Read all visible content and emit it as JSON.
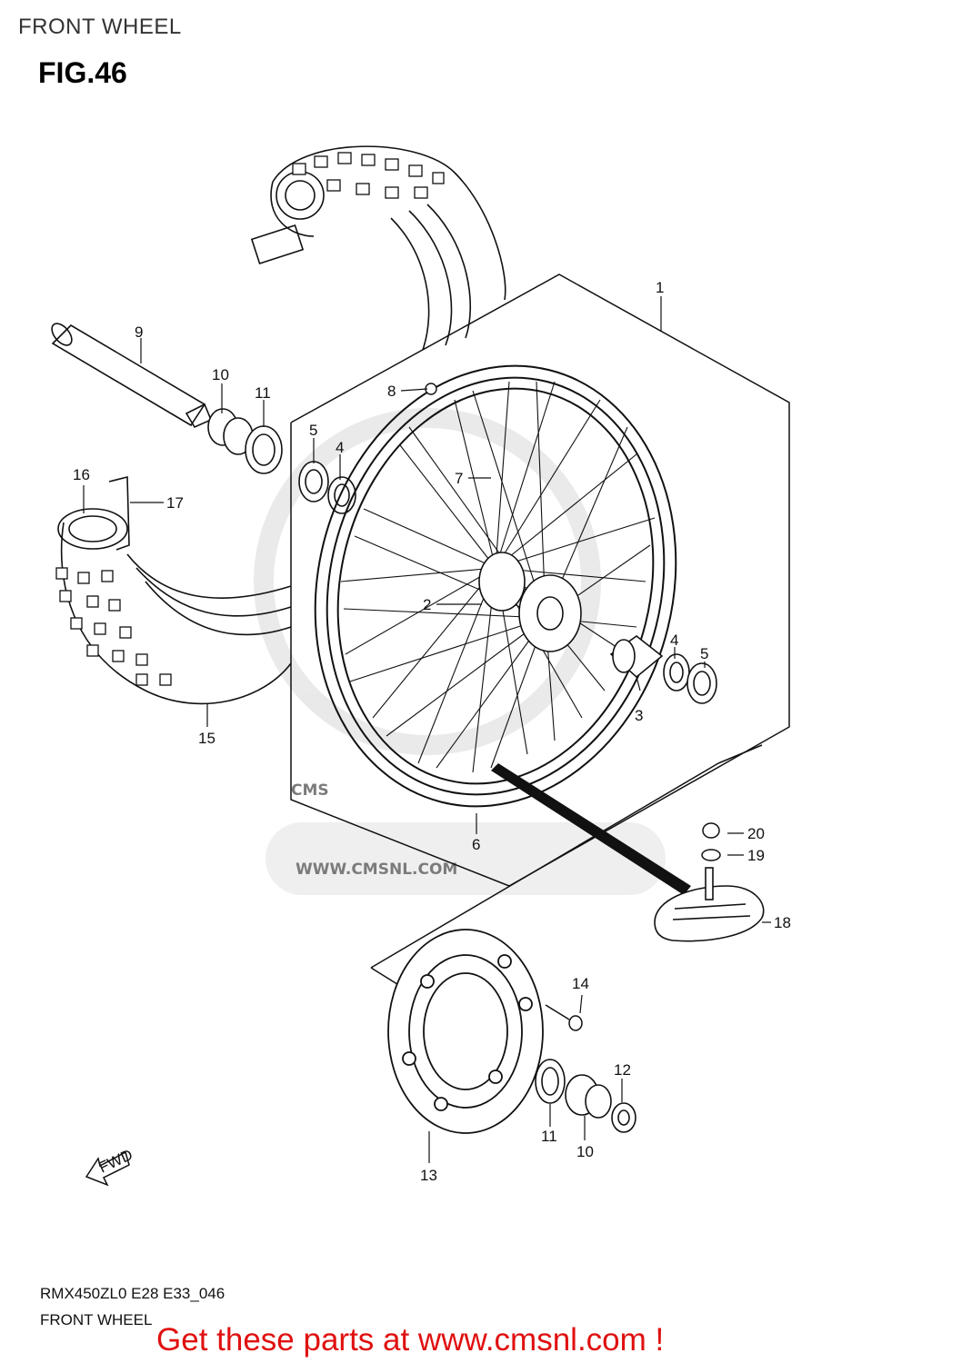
{
  "header": {
    "title": "FRONT WHEEL"
  },
  "figure": {
    "label": "FIG.46"
  },
  "watermark": {
    "text": "WWW.CMSNL.COM",
    "logo": "CMS"
  },
  "callouts": [
    {
      "id": "c1",
      "text": "1"
    },
    {
      "id": "c2",
      "text": "2"
    },
    {
      "id": "c3",
      "text": "3"
    },
    {
      "id": "c4a",
      "text": "4"
    },
    {
      "id": "c4b",
      "text": "4"
    },
    {
      "id": "c5a",
      "text": "5"
    },
    {
      "id": "c5b",
      "text": "5"
    },
    {
      "id": "c6",
      "text": "6"
    },
    {
      "id": "c7",
      "text": "7"
    },
    {
      "id": "c8",
      "text": "8"
    },
    {
      "id": "c9",
      "text": "9"
    },
    {
      "id": "c10a",
      "text": "10"
    },
    {
      "id": "c10b",
      "text": "10"
    },
    {
      "id": "c11a",
      "text": "11"
    },
    {
      "id": "c11b",
      "text": "11"
    },
    {
      "id": "c12",
      "text": "12"
    },
    {
      "id": "c13",
      "text": "13"
    },
    {
      "id": "c14",
      "text": "14"
    },
    {
      "id": "c15",
      "text": "15"
    },
    {
      "id": "c16",
      "text": "16"
    },
    {
      "id": "c17",
      "text": "17"
    },
    {
      "id": "c18",
      "text": "18"
    },
    {
      "id": "c19",
      "text": "19"
    },
    {
      "id": "c20",
      "text": "20"
    }
  ],
  "fwd_arrow": {
    "text": "FWD"
  },
  "footer": {
    "code": "RMX450ZL0 E28 E33_046",
    "title": "FRONT WHEEL",
    "cta": "Get these parts at www.cmsnl.com !"
  },
  "colors": {
    "cta": "#e01010",
    "line": "#111111",
    "watermark": "#d8d8d8"
  }
}
